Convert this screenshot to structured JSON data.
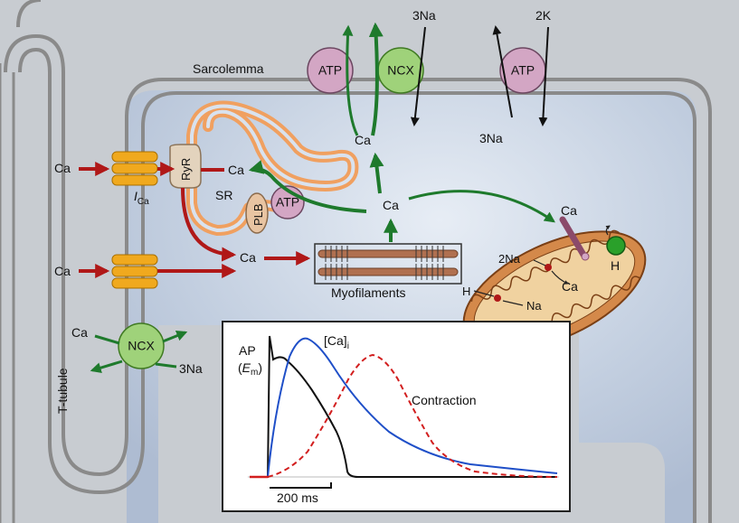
{
  "labels": {
    "sarcolemma": "Sarcolemma",
    "t_tubule": "T-tubule",
    "sr": "SR",
    "ryr": "RyR",
    "plb": "PLB",
    "atp": "ATP",
    "ncx": "NCX",
    "ca": "Ca",
    "three_na": "3Na",
    "two_k": "2K",
    "two_na": "2Na",
    "na": "Na",
    "h": "H",
    "ica": "I",
    "ica_sub": "Ca",
    "myofilaments": "Myofilaments"
  },
  "chart_data": {
    "type": "line",
    "series": [
      {
        "name": "AP (Em)"
      },
      {
        "name": "[Ca]i"
      },
      {
        "name": "Contraction"
      }
    ],
    "annotations": {
      "ap_line1": "AP",
      "ap_line2_open": "(",
      "ap_line2_e": "E",
      "ap_line2_m": "m",
      "ap_line2_close": ")",
      "ca_label": "[Ca]",
      "ca_sub": "i",
      "contraction": "Contraction",
      "scale_bar": "200 ms"
    },
    "colors": {
      "ap": "#111111",
      "ca": "#1f4fc8",
      "contraction": "#d21e1e"
    }
  },
  "colors": {
    "membrane": "#8a8a8a",
    "cytoplasm": "#b7c4d8",
    "atp_pump": "#d3a6c4",
    "ncx": "#9fd27a",
    "channel": "#f0a91e",
    "sr": "#f0a060",
    "arrow_red": "#b01818",
    "arrow_green": "#1e7a2c",
    "mito_fill": "#d4894a",
    "mito_inner": "#f0d2a0"
  }
}
